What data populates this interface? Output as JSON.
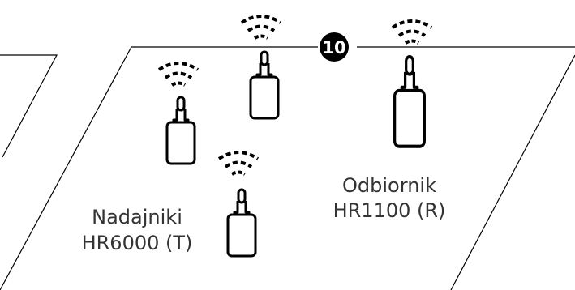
{
  "step_number": "10",
  "transmitter_label": {
    "line1": "Nadajniki",
    "line2": "HR6000 (T)"
  },
  "receiver_label": {
    "line1": "Odbiornik",
    "line2": "HR1100 (R)"
  },
  "devices": [
    {
      "role": "transmitter",
      "icon": "transmitter-icon"
    },
    {
      "role": "transmitter",
      "icon": "transmitter-icon"
    },
    {
      "role": "transmitter",
      "icon": "transmitter-icon"
    },
    {
      "role": "receiver",
      "icon": "receiver-icon"
    }
  ],
  "colors": {
    "line": "#000000",
    "text": "#333333",
    "badge_fill": "#000000",
    "badge_text": "#ffffff",
    "background": "#ffffff"
  }
}
